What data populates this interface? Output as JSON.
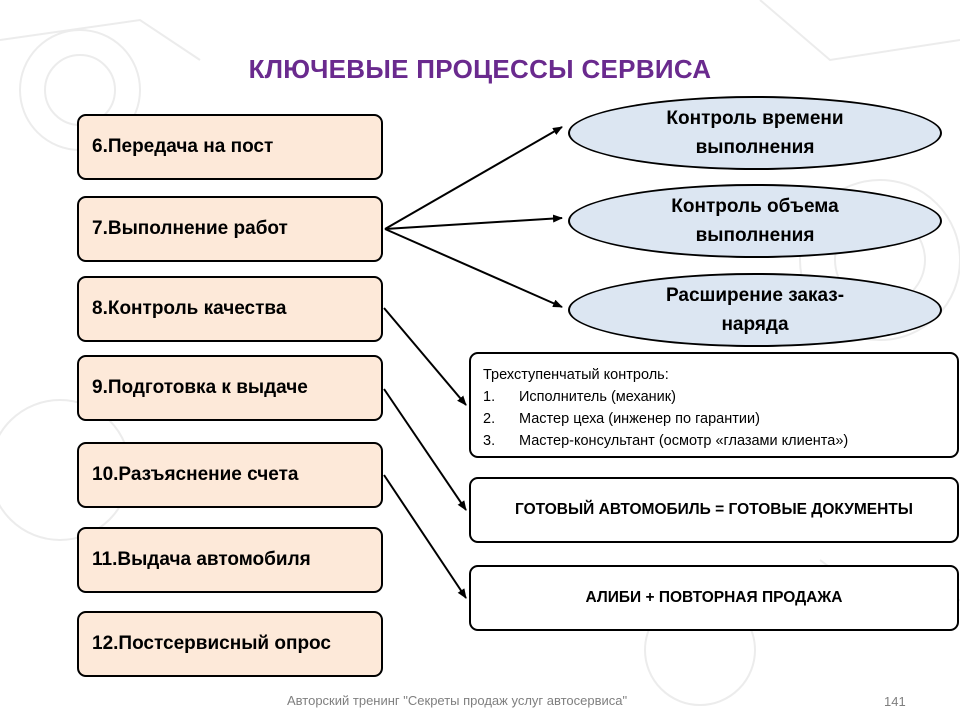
{
  "title": "КЛЮЧЕВЫЕ ПРОЦЕССЫ СЕРВИСА",
  "steps": [
    "6.Передача на пост",
    "7.Выполнение работ",
    "8.Контроль качества",
    "9.Подготовка к выдаче",
    "10.Разъяснение счета",
    "11.Выдача автомобиля",
    "12.Постсервисный опрос"
  ],
  "ellipses": [
    "Контроль времени выполнения",
    "Контроль объема выполнения",
    "Расширение заказ-наряда"
  ],
  "control_box": {
    "heading": "Трехступенчатый контроль:",
    "items": [
      {
        "num": "1.",
        "text": "Исполнитель (механик)"
      },
      {
        "num": "2.",
        "text": "Мастер цеха (инженер по гарантии)"
      },
      {
        "num": "3.",
        "text": "Мастер-консультант (осмотр «глазами клиента»)"
      }
    ]
  },
  "ready_box": "ГОТОВЫЙ АВТОМОБИЛЬ = ГОТОВЫЕ ДОКУМЕНТЫ",
  "alibi_box": "АЛИБИ + ПОВТОРНАЯ ПРОДАЖА",
  "footer": "Авторский тренинг \"Секреты продаж услуг автосервиса\"",
  "page_number": "141",
  "colors": {
    "title": "#6a2a8e",
    "step_fill": "#fde9d9",
    "ellipse_fill": "#dce6f2",
    "border": "#000000",
    "footer_text": "#7f7f7f"
  }
}
